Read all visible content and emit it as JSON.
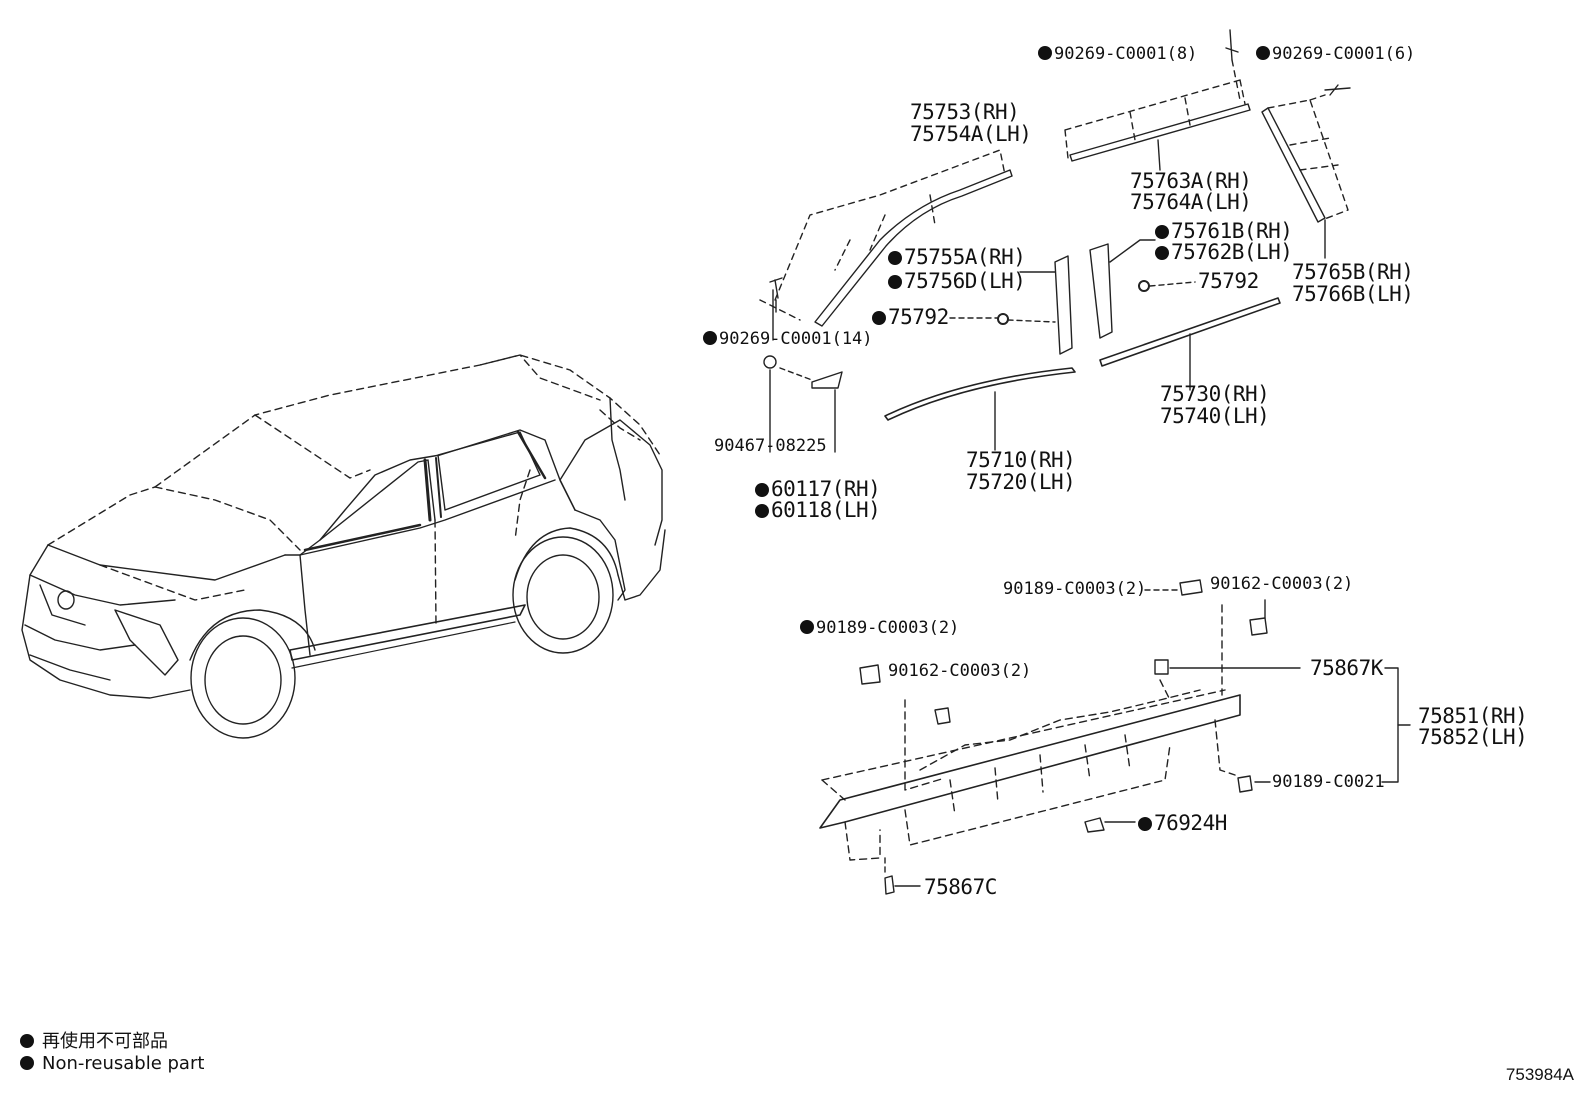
{
  "labels": {
    "l_90269_8": {
      "text": "90269-C0001(8)",
      "dot": true
    },
    "l_90269_6": {
      "text": "90269-C0001(6)",
      "dot": true
    },
    "l_75753": {
      "text": "75753(RH)"
    },
    "l_75754a": {
      "text": "75754A(LH)"
    },
    "l_75763a": {
      "text": "75763A(RH)"
    },
    "l_75764a": {
      "text": "75764A(LH)"
    },
    "l_75761b": {
      "text": "75761B(RH)",
      "dot": true
    },
    "l_75762b": {
      "text": "75762B(LH)",
      "dot": true
    },
    "l_75755a": {
      "text": "75755A(RH)",
      "dot": true
    },
    "l_75756d": {
      "text": "75756D(LH)",
      "dot": true
    },
    "l_75792_right": {
      "text": "75792"
    },
    "l_75792_left": {
      "text": "75792",
      "dot": true
    },
    "l_75765b": {
      "text": "75765B(RH)"
    },
    "l_75766b": {
      "text": "75766B(LH)"
    },
    "l_90269_14": {
      "text": "90269-C0001(14)",
      "dot": true
    },
    "l_75730": {
      "text": "75730(RH)"
    },
    "l_75740": {
      "text": "75740(LH)"
    },
    "l_90467": {
      "text": "90467-08225"
    },
    "l_75710": {
      "text": "75710(RH)"
    },
    "l_75720": {
      "text": "75720(LH)"
    },
    "l_60117": {
      "text": "60117(RH)",
      "dot": true
    },
    "l_60118": {
      "text": "60118(LH)",
      "dot": true
    },
    "l_90189_top": {
      "text": "90189-C0003(2)"
    },
    "l_90162_top": {
      "text": "90162-C0003(2)"
    },
    "l_90189_left": {
      "text": "90189-C0003(2)",
      "dot": true
    },
    "l_90162_left": {
      "text": "90162-C0003(2)"
    },
    "l_75867k": {
      "text": "75867K"
    },
    "l_75851": {
      "text": "75851(RH)"
    },
    "l_75852": {
      "text": "75852(LH)"
    },
    "l_90189_c0021": {
      "text": "90189-C0021"
    },
    "l_76924h": {
      "text": "76924H",
      "dot": true
    },
    "l_75867c": {
      "text": "75867C"
    }
  },
  "legend": {
    "japanese": "再使用不可部品",
    "english": "Non-reusable part"
  },
  "figure_id": "753984A"
}
